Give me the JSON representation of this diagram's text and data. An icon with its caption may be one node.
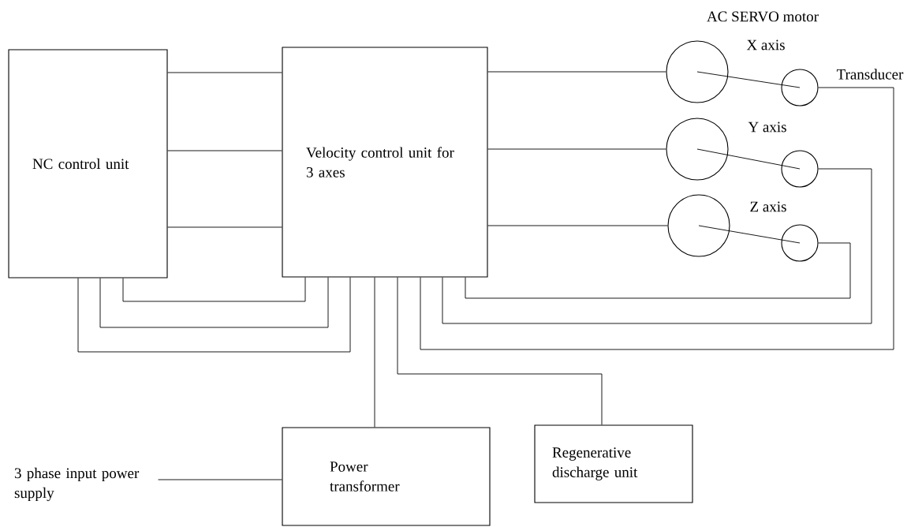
{
  "diagram": {
    "nodes": [
      {
        "text": [
          "NC control unit"
        ]
      },
      {
        "text": [
          "Velocity control unit for 3 axes"
        ]
      },
      {
        "text": [],
        "shape": "circle",
        "beside": [
          "X axis"
        ]
      },
      {
        "text": [],
        "shape": "circle",
        "beside": [
          "Transducer"
        ]
      },
      {
        "text": [],
        "shape": "circle",
        "beside": [
          "Y axis"
        ]
      },
      {
        "text": [],
        "shape": "circle"
      },
      {
        "text": [],
        "shape": "circle",
        "beside": [
          "Z axis"
        ]
      },
      {
        "text": [],
        "shape": "circle"
      },
      {
        "text": [
          "Power transformer"
        ]
      },
      {
        "text": [
          "Regenerative discharge unit"
        ]
      },
      {
        "text": [
          "3 phase input power supply"
        ]
      }
    ],
    "edges": [
      {
        "from": 0,
        "to": 1,
        "arrow": "none"
      },
      {
        "from": 0,
        "to": 1,
        "arrow": "none"
      },
      {
        "from": 0,
        "to": 1,
        "arrow": "none"
      },
      {
        "from": 0,
        "to": 1,
        "arrow": "none"
      },
      {
        "from": 0,
        "to": 1,
        "arrow": "none"
      },
      {
        "from": 0,
        "to": 1,
        "arrow": "none"
      },
      {
        "from": 1,
        "to": 2,
        "arrow": "none"
      },
      {
        "from": 1,
        "to": 4,
        "arrow": "none"
      },
      {
        "from": 1,
        "to": 6,
        "arrow": "none"
      },
      {
        "from": 2,
        "to": 3,
        "arrow": "none"
      },
      {
        "from": 4,
        "to": 5,
        "arrow": "none"
      },
      {
        "from": 6,
        "to": 7,
        "arrow": "none"
      },
      {
        "from": 1,
        "to": 7,
        "arrow": "none"
      },
      {
        "from": 1,
        "to": 5,
        "arrow": "none"
      },
      {
        "from": 1,
        "to": 3,
        "arrow": "none"
      },
      {
        "from": 1,
        "to": 8,
        "arrow": "none"
      },
      {
        "from": 1,
        "to": 9,
        "arrow": "none"
      },
      {
        "from": 10,
        "to": 8,
        "arrow": "none"
      }
    ],
    "labels": [
      "AC SERVO motor"
    ]
  }
}
